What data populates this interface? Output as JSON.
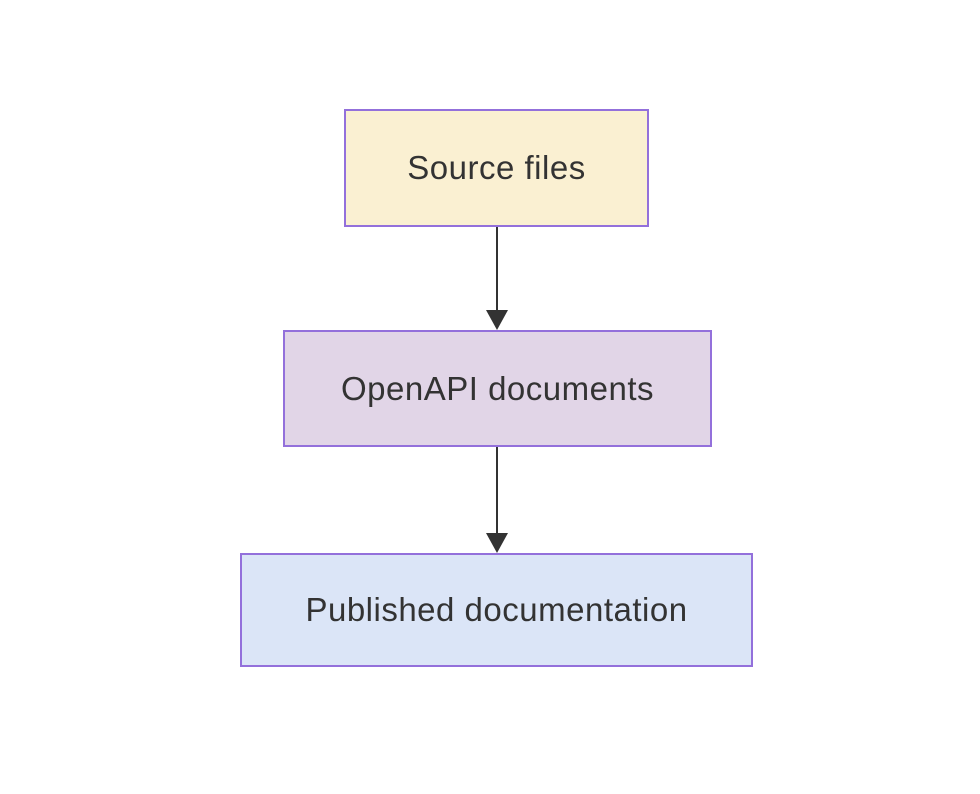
{
  "diagram": {
    "type": "flowchart",
    "direction": "top-down",
    "background_color": "#ffffff",
    "text_color": "#333333",
    "edge_color": "#333333",
    "border_color": "#9370db",
    "nodes": [
      {
        "id": "source-files",
        "label": "Source files",
        "fill": "#faf0d2"
      },
      {
        "id": "openapi-documents",
        "label": "OpenAPI documents",
        "fill": "#e1d5e7"
      },
      {
        "id": "published-documentation",
        "label": "Published documentation",
        "fill": "#dbe5f7"
      }
    ],
    "edges": [
      {
        "from": "Source files",
        "to": "OpenAPI documents",
        "arrowhead": "triangle-down"
      },
      {
        "from": "OpenAPI documents",
        "to": "Published documentation",
        "arrowhead": "triangle-down"
      }
    ]
  }
}
